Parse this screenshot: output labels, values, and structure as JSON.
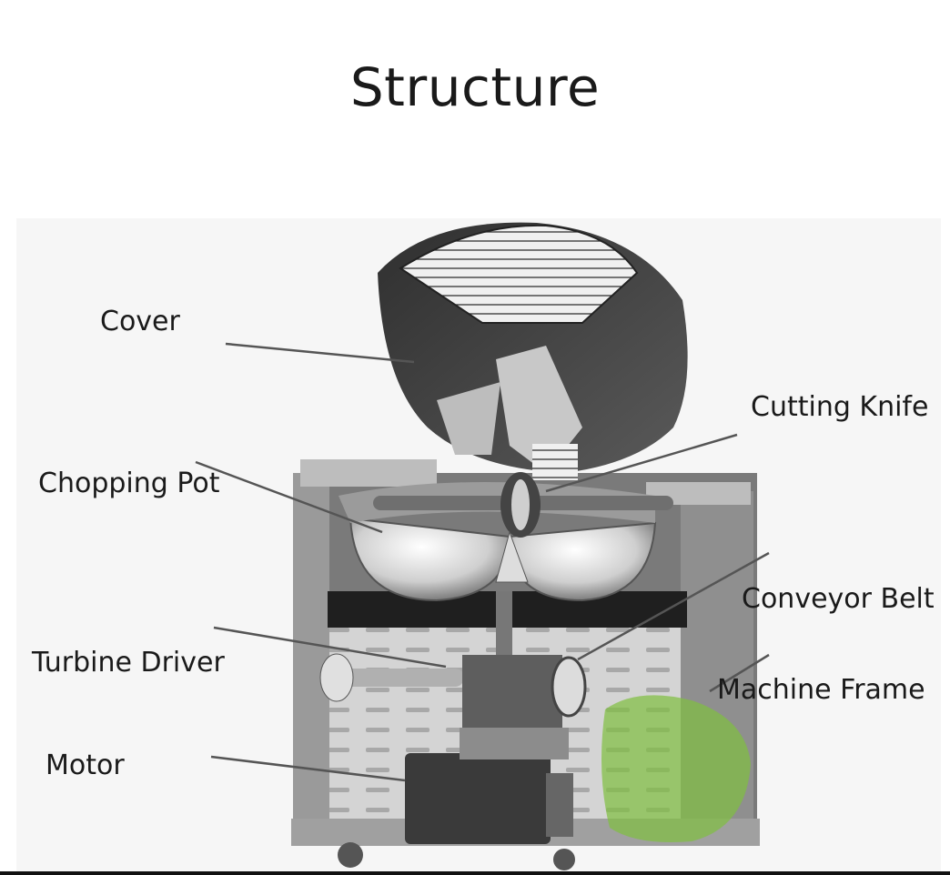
{
  "title": "Structure",
  "labels": {
    "cover": "Cover",
    "cutting_knife": "Cutting Knife",
    "chopping_pot": "Chopping Pot",
    "conveyor_belt": "Conveyor Belt",
    "turbine_driver": "Turbine Driver",
    "machine_frame": "Machine Frame",
    "motor": "Motor"
  },
  "colors": {
    "metal_dark": "#3a3a3a",
    "metal_mid": "#8a8a8a",
    "metal_light": "#d9d9d9",
    "highlight_green": "#7fbf3f"
  }
}
